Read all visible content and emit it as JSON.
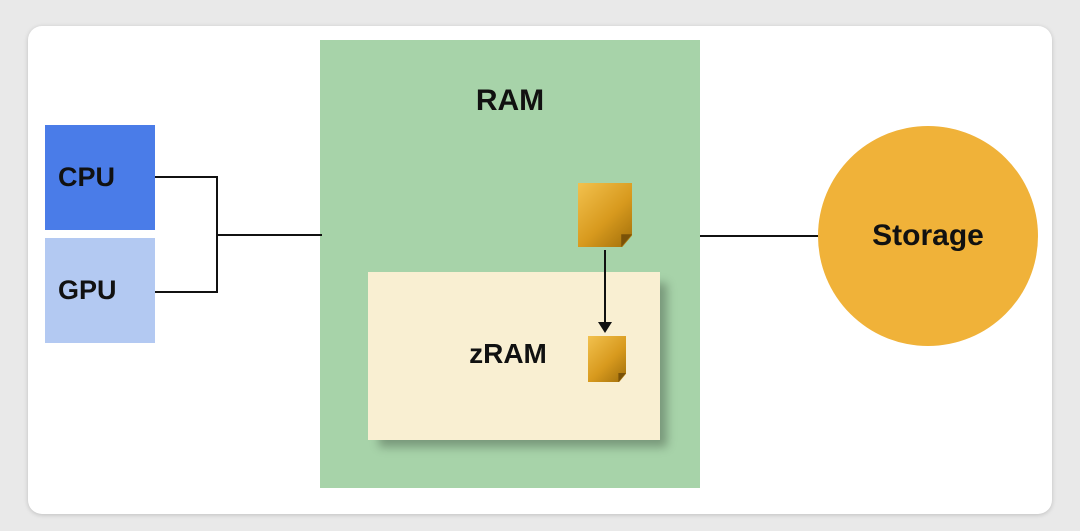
{
  "diagram": {
    "nodes": {
      "cpu": {
        "label": "CPU"
      },
      "gpu": {
        "label": "GPU"
      },
      "ram": {
        "label": "RAM"
      },
      "zram": {
        "label": "zRAM"
      },
      "storage": {
        "label": "Storage"
      }
    },
    "icons": {
      "large_page": "memory-page-icon",
      "small_page": "compressed-page-icon"
    },
    "flow": {
      "arrow": "RAM page compressed into zRAM"
    },
    "colors": {
      "cpu_fill": "#4a7ce8",
      "gpu_fill": "#b3c9f2",
      "ram_fill": "#a7d3a9",
      "zram_fill": "#f9efd2",
      "storage_fill": "#f0b239",
      "page_gold_light": "#f2c14e",
      "page_gold_dark": "#a06e0a",
      "connector": "#111111",
      "canvas_bg": "#e9e9e9",
      "card_bg": "#ffffff"
    }
  }
}
